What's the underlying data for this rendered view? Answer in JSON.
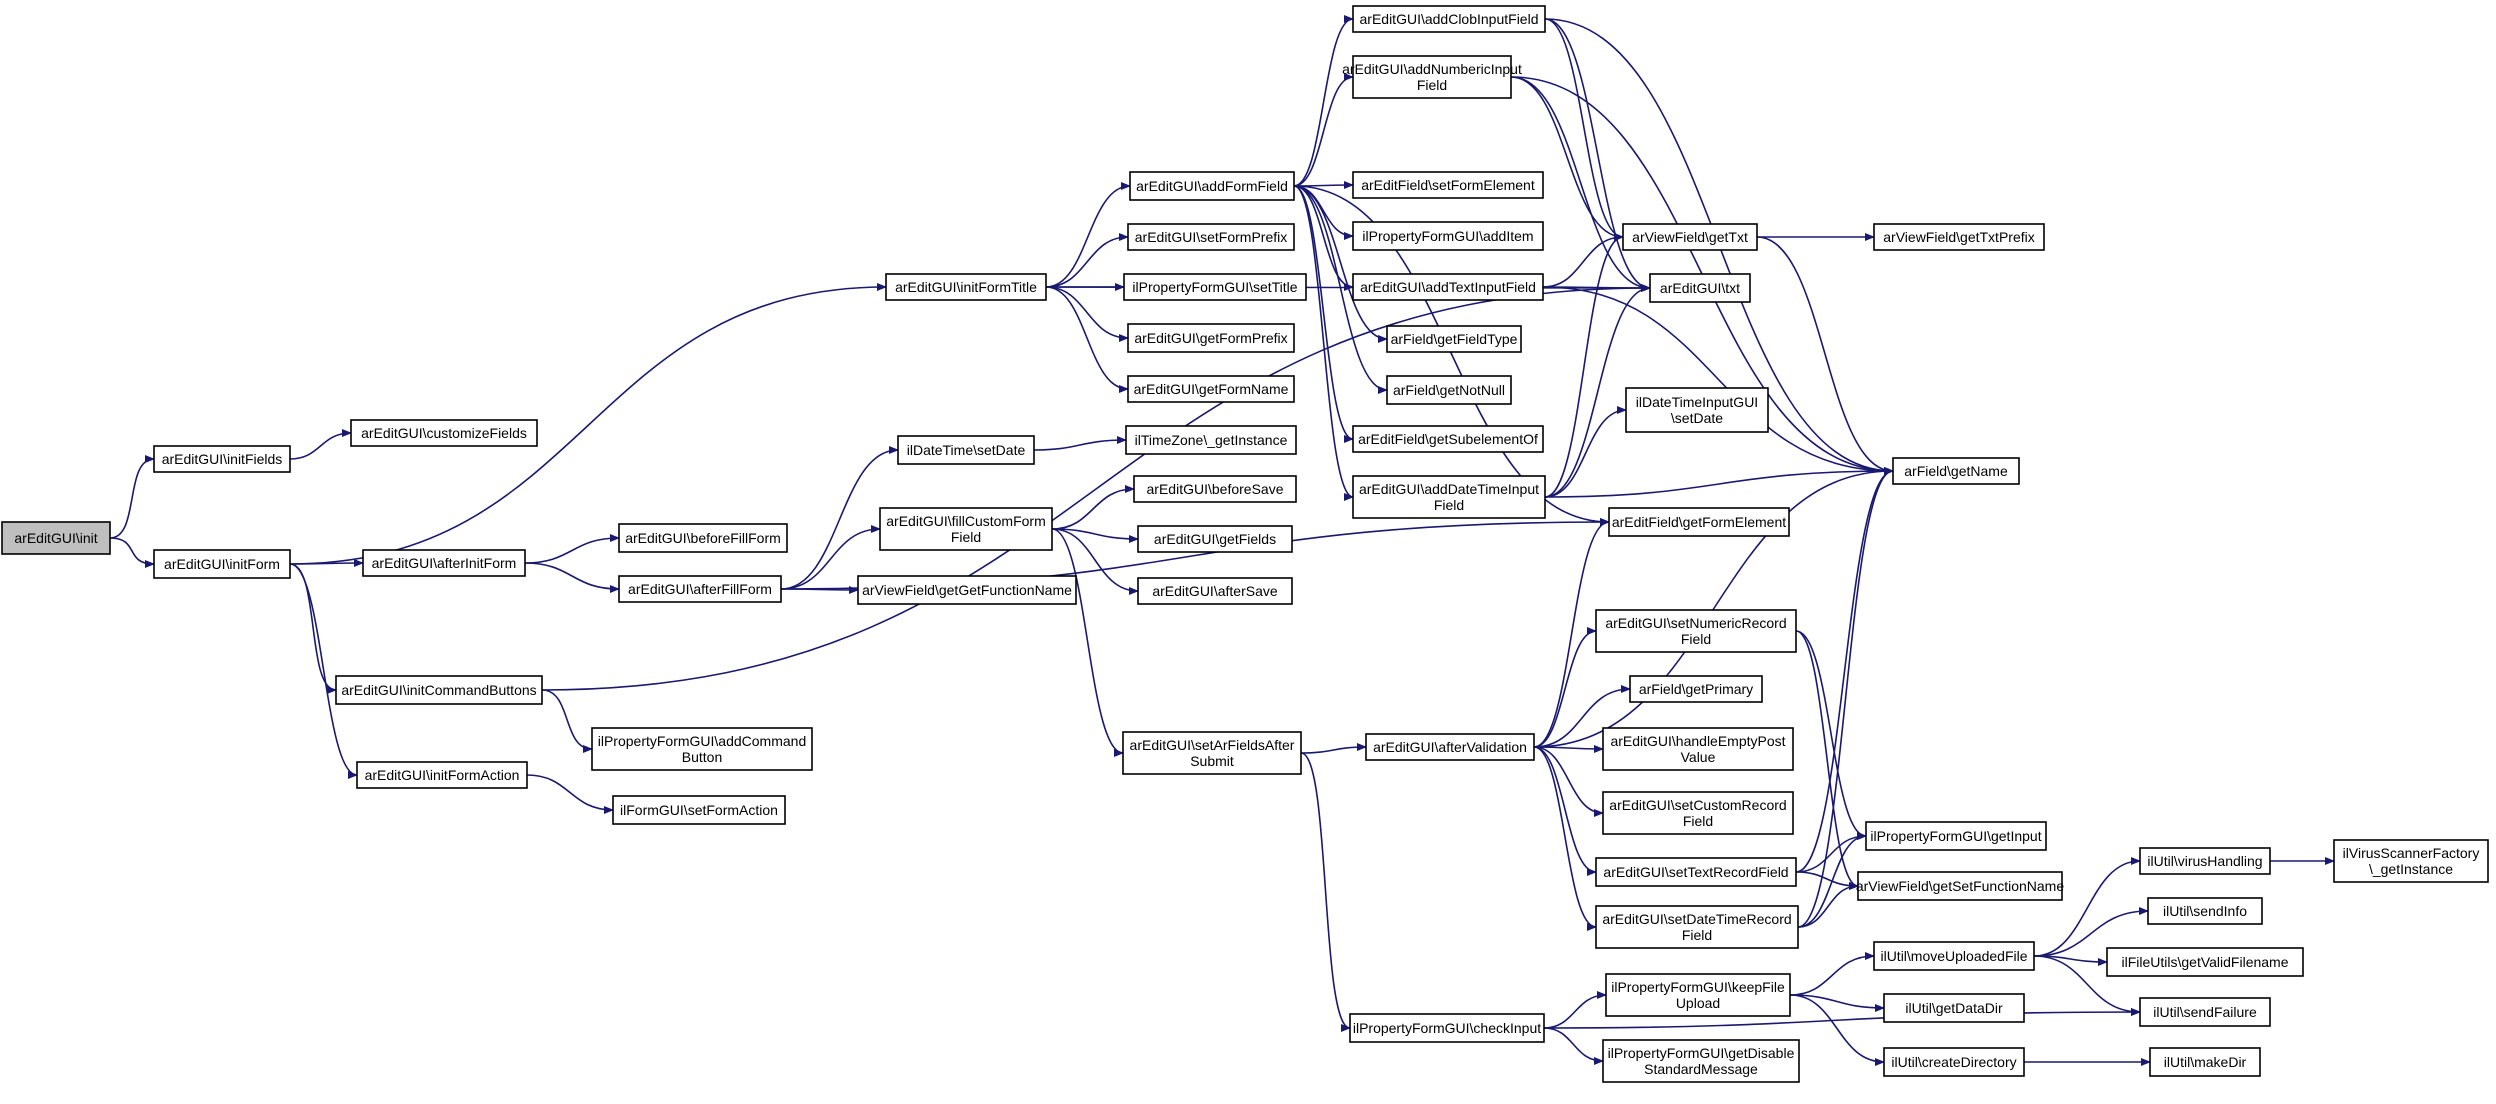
{
  "colors": {
    "edge": "#191970",
    "node_border": "#000000",
    "root_fill": "#bfbfbf",
    "background": "#ffffff"
  },
  "nodes": [
    {
      "id": "init",
      "lines": [
        "arEditGUI\\init"
      ],
      "root": true
    },
    {
      "id": "initFields",
      "lines": [
        "arEditGUI\\initFields"
      ]
    },
    {
      "id": "customizeFields",
      "lines": [
        "arEditGUI\\customizeFields"
      ]
    },
    {
      "id": "initForm",
      "lines": [
        "arEditGUI\\initForm"
      ]
    },
    {
      "id": "afterInitForm",
      "lines": [
        "arEditGUI\\afterInitForm"
      ]
    },
    {
      "id": "beforeFillForm",
      "lines": [
        "arEditGUI\\beforeFillForm"
      ]
    },
    {
      "id": "afterFillForm",
      "lines": [
        "arEditGUI\\afterFillForm"
      ]
    },
    {
      "id": "initFormTitle",
      "lines": [
        "arEditGUI\\initFormTitle"
      ]
    },
    {
      "id": "initCommandButtons",
      "lines": [
        "arEditGUI\\initCommandButtons"
      ]
    },
    {
      "id": "initFormAction",
      "lines": [
        "arEditGUI\\initFormAction"
      ]
    },
    {
      "id": "addCommandButton",
      "lines": [
        "ilPropertyFormGUI\\addCommand",
        "Button"
      ]
    },
    {
      "id": "setFormAction",
      "lines": [
        "ilFormGUI\\setFormAction"
      ]
    },
    {
      "id": "dtSetDate",
      "lines": [
        "ilDateTime\\setDate"
      ]
    },
    {
      "id": "tzGetInstance",
      "lines": [
        "ilTimeZone\\_getInstance"
      ]
    },
    {
      "id": "fillCustomFormField",
      "lines": [
        "arEditGUI\\fillCustomForm",
        "Field"
      ]
    },
    {
      "id": "getGetFunctionName",
      "lines": [
        "arViewField\\getGetFunctionName"
      ]
    },
    {
      "id": "beforeSave",
      "lines": [
        "arEditGUI\\beforeSave"
      ]
    },
    {
      "id": "getFields",
      "lines": [
        "arEditGUI\\getFields"
      ]
    },
    {
      "id": "afterSave",
      "lines": [
        "arEditGUI\\afterSave"
      ]
    },
    {
      "id": "addFormField",
      "lines": [
        "arEditGUI\\addFormField"
      ]
    },
    {
      "id": "setFormPrefix",
      "lines": [
        "arEditGUI\\setFormPrefix"
      ]
    },
    {
      "id": "pfSetTitle",
      "lines": [
        "ilPropertyFormGUI\\setTitle"
      ]
    },
    {
      "id": "getFormPrefix",
      "lines": [
        "arEditGUI\\getFormPrefix"
      ]
    },
    {
      "id": "getFormName",
      "lines": [
        "arEditGUI\\getFormName"
      ]
    },
    {
      "id": "setArFieldsAfterSubmit",
      "lines": [
        "arEditGUI\\setArFieldsAfter",
        "Submit"
      ]
    },
    {
      "id": "checkInput",
      "lines": [
        "ilPropertyFormGUI\\checkInput"
      ]
    },
    {
      "id": "addClobInputField",
      "lines": [
        "arEditGUI\\addClobInputField"
      ]
    },
    {
      "id": "addNumbericInputField",
      "lines": [
        "arEditGUI\\addNumbericInput",
        "Field"
      ]
    },
    {
      "id": "setFormElement",
      "lines": [
        "arEditField\\setFormElement"
      ]
    },
    {
      "id": "addItem",
      "lines": [
        "ilPropertyFormGUI\\addItem"
      ]
    },
    {
      "id": "addTextInputField",
      "lines": [
        "arEditGUI\\addTextInputField"
      ]
    },
    {
      "id": "getFieldType",
      "lines": [
        "arField\\getFieldType"
      ]
    },
    {
      "id": "getNotNull",
      "lines": [
        "arField\\getNotNull"
      ]
    },
    {
      "id": "getSubelementOf",
      "lines": [
        "arEditField\\getSubelementOf"
      ]
    },
    {
      "id": "addDateTimeInputField",
      "lines": [
        "arEditGUI\\addDateTimeInput",
        "Field"
      ]
    },
    {
      "id": "afterValidation",
      "lines": [
        "arEditGUI\\afterValidation"
      ]
    },
    {
      "id": "getTxt",
      "lines": [
        "arViewField\\getTxt"
      ]
    },
    {
      "id": "txt",
      "lines": [
        "arEditGUI\\txt"
      ]
    },
    {
      "id": "getTxtPrefix",
      "lines": [
        "arViewField\\getTxtPrefix"
      ]
    },
    {
      "id": "dtiSetDate",
      "lines": [
        "ilDateTimeInputGUI",
        "\\setDate"
      ]
    },
    {
      "id": "getName",
      "lines": [
        "arField\\getName"
      ]
    },
    {
      "id": "getFormElement",
      "lines": [
        "arEditField\\getFormElement"
      ]
    },
    {
      "id": "setNumericRecordField",
      "lines": [
        "arEditGUI\\setNumericRecord",
        "Field"
      ]
    },
    {
      "id": "getPrimary",
      "lines": [
        "arField\\getPrimary"
      ]
    },
    {
      "id": "handleEmptyPostValue",
      "lines": [
        "arEditGUI\\handleEmptyPost",
        "Value"
      ]
    },
    {
      "id": "setCustomRecordField",
      "lines": [
        "arEditGUI\\setCustomRecord",
        "Field"
      ]
    },
    {
      "id": "setTextRecordField",
      "lines": [
        "arEditGUI\\setTextRecordField"
      ]
    },
    {
      "id": "setDateTimeRecordField",
      "lines": [
        "arEditGUI\\setDateTimeRecord",
        "Field"
      ]
    },
    {
      "id": "getInput",
      "lines": [
        "ilPropertyFormGUI\\getInput"
      ]
    },
    {
      "id": "getSetFunctionName",
      "lines": [
        "arViewField\\getSetFunctionName"
      ]
    },
    {
      "id": "keepFileUpload",
      "lines": [
        "ilPropertyFormGUI\\keepFile",
        "Upload"
      ]
    },
    {
      "id": "getDisableStandardMessage",
      "lines": [
        "ilPropertyFormGUI\\getDisable",
        "StandardMessage"
      ]
    },
    {
      "id": "getDataDir",
      "lines": [
        "ilUtil\\getDataDir"
      ]
    },
    {
      "id": "createDirectory",
      "lines": [
        "ilUtil\\createDirectory"
      ]
    },
    {
      "id": "moveUploadedFile",
      "lines": [
        "ilUtil\\moveUploadedFile"
      ]
    },
    {
      "id": "virusHandling",
      "lines": [
        "ilUtil\\virusHandling"
      ]
    },
    {
      "id": "sendInfo",
      "lines": [
        "ilUtil\\sendInfo"
      ]
    },
    {
      "id": "getValidFilename",
      "lines": [
        "ilFileUtils\\getValidFilename"
      ]
    },
    {
      "id": "sendFailure",
      "lines": [
        "ilUtil\\sendFailure"
      ]
    },
    {
      "id": "makeDir",
      "lines": [
        "ilUtil\\makeDir"
      ]
    },
    {
      "id": "virusScannerGetInstance",
      "lines": [
        "ilVirusScannerFactory",
        "\\_getInstance"
      ]
    }
  ],
  "edges": [
    [
      "init",
      "initFields"
    ],
    [
      "init",
      "initForm"
    ],
    [
      "initFields",
      "customizeFields"
    ],
    [
      "initForm",
      "initFormTitle"
    ],
    [
      "initForm",
      "afterInitForm"
    ],
    [
      "initForm",
      "initCommandButtons"
    ],
    [
      "initForm",
      "initFormAction"
    ],
    [
      "afterInitForm",
      "beforeFillForm"
    ],
    [
      "afterInitForm",
      "afterFillForm"
    ],
    [
      "afterFillForm",
      "dtSetDate"
    ],
    [
      "afterFillForm",
      "fillCustomFormField"
    ],
    [
      "afterFillForm",
      "getGetFunctionName"
    ],
    [
      "afterFillForm",
      "getFormElement"
    ],
    [
      "dtSetDate",
      "tzGetInstance"
    ],
    [
      "fillCustomFormField",
      "beforeSave"
    ],
    [
      "fillCustomFormField",
      "getFields"
    ],
    [
      "fillCustomFormField",
      "afterSave"
    ],
    [
      "fillCustomFormField",
      "setArFieldsAfterSubmit"
    ],
    [
      "initFormTitle",
      "addFormField"
    ],
    [
      "initFormTitle",
      "setFormPrefix"
    ],
    [
      "initFormTitle",
      "pfSetTitle"
    ],
    [
      "initFormTitle",
      "getFormPrefix"
    ],
    [
      "initFormTitle",
      "getFormName"
    ],
    [
      "initFormTitle",
      "txt"
    ],
    [
      "initCommandButtons",
      "addCommandButton"
    ],
    [
      "initCommandButtons",
      "txt"
    ],
    [
      "initFormAction",
      "setFormAction"
    ],
    [
      "addFormField",
      "addClobInputField"
    ],
    [
      "addFormField",
      "addNumbericInputField"
    ],
    [
      "addFormField",
      "setFormElement"
    ],
    [
      "addFormField",
      "addItem"
    ],
    [
      "addFormField",
      "addTextInputField"
    ],
    [
      "addFormField",
      "getFieldType"
    ],
    [
      "addFormField",
      "getNotNull"
    ],
    [
      "addFormField",
      "getSubelementOf"
    ],
    [
      "addFormField",
      "addDateTimeInputField"
    ],
    [
      "addFormField",
      "getFormElement"
    ],
    [
      "addClobInputField",
      "getTxt"
    ],
    [
      "addClobInputField",
      "txt"
    ],
    [
      "addClobInputField",
      "getName"
    ],
    [
      "addNumbericInputField",
      "getTxt"
    ],
    [
      "addNumbericInputField",
      "txt"
    ],
    [
      "addNumbericInputField",
      "getName"
    ],
    [
      "addTextInputField",
      "getTxt"
    ],
    [
      "addTextInputField",
      "txt"
    ],
    [
      "addTextInputField",
      "getName"
    ],
    [
      "addDateTimeInputField",
      "getTxt"
    ],
    [
      "addDateTimeInputField",
      "txt"
    ],
    [
      "addDateTimeInputField",
      "dtiSetDate"
    ],
    [
      "addDateTimeInputField",
      "getName"
    ],
    [
      "getTxt",
      "getTxtPrefix"
    ],
    [
      "getTxt",
      "getName"
    ],
    [
      "setArFieldsAfterSubmit",
      "afterValidation"
    ],
    [
      "setArFieldsAfterSubmit",
      "checkInput"
    ],
    [
      "afterValidation",
      "getFormElement"
    ],
    [
      "afterValidation",
      "getName"
    ],
    [
      "afterValidation",
      "setNumericRecordField"
    ],
    [
      "afterValidation",
      "getPrimary"
    ],
    [
      "afterValidation",
      "handleEmptyPostValue"
    ],
    [
      "afterValidation",
      "setCustomRecordField"
    ],
    [
      "afterValidation",
      "setTextRecordField"
    ],
    [
      "afterValidation",
      "setDateTimeRecordField"
    ],
    [
      "setNumericRecordField",
      "getInput"
    ],
    [
      "setNumericRecordField",
      "getSetFunctionName"
    ],
    [
      "setTextRecordField",
      "getInput"
    ],
    [
      "setTextRecordField",
      "getSetFunctionName"
    ],
    [
      "setTextRecordField",
      "getName"
    ],
    [
      "setDateTimeRecordField",
      "getInput"
    ],
    [
      "setDateTimeRecordField",
      "getSetFunctionName"
    ],
    [
      "setDateTimeRecordField",
      "getName"
    ],
    [
      "checkInput",
      "keepFileUpload"
    ],
    [
      "checkInput",
      "getDisableStandardMessage"
    ],
    [
      "checkInput",
      "sendFailure"
    ],
    [
      "keepFileUpload",
      "moveUploadedFile"
    ],
    [
      "keepFileUpload",
      "getDataDir"
    ],
    [
      "keepFileUpload",
      "createDirectory"
    ],
    [
      "createDirectory",
      "makeDir"
    ],
    [
      "moveUploadedFile",
      "virusHandling"
    ],
    [
      "moveUploadedFile",
      "sendInfo"
    ],
    [
      "moveUploadedFile",
      "getValidFilename"
    ],
    [
      "moveUploadedFile",
      "sendFailure"
    ],
    [
      "virusHandling",
      "virusScannerGetInstance"
    ]
  ]
}
